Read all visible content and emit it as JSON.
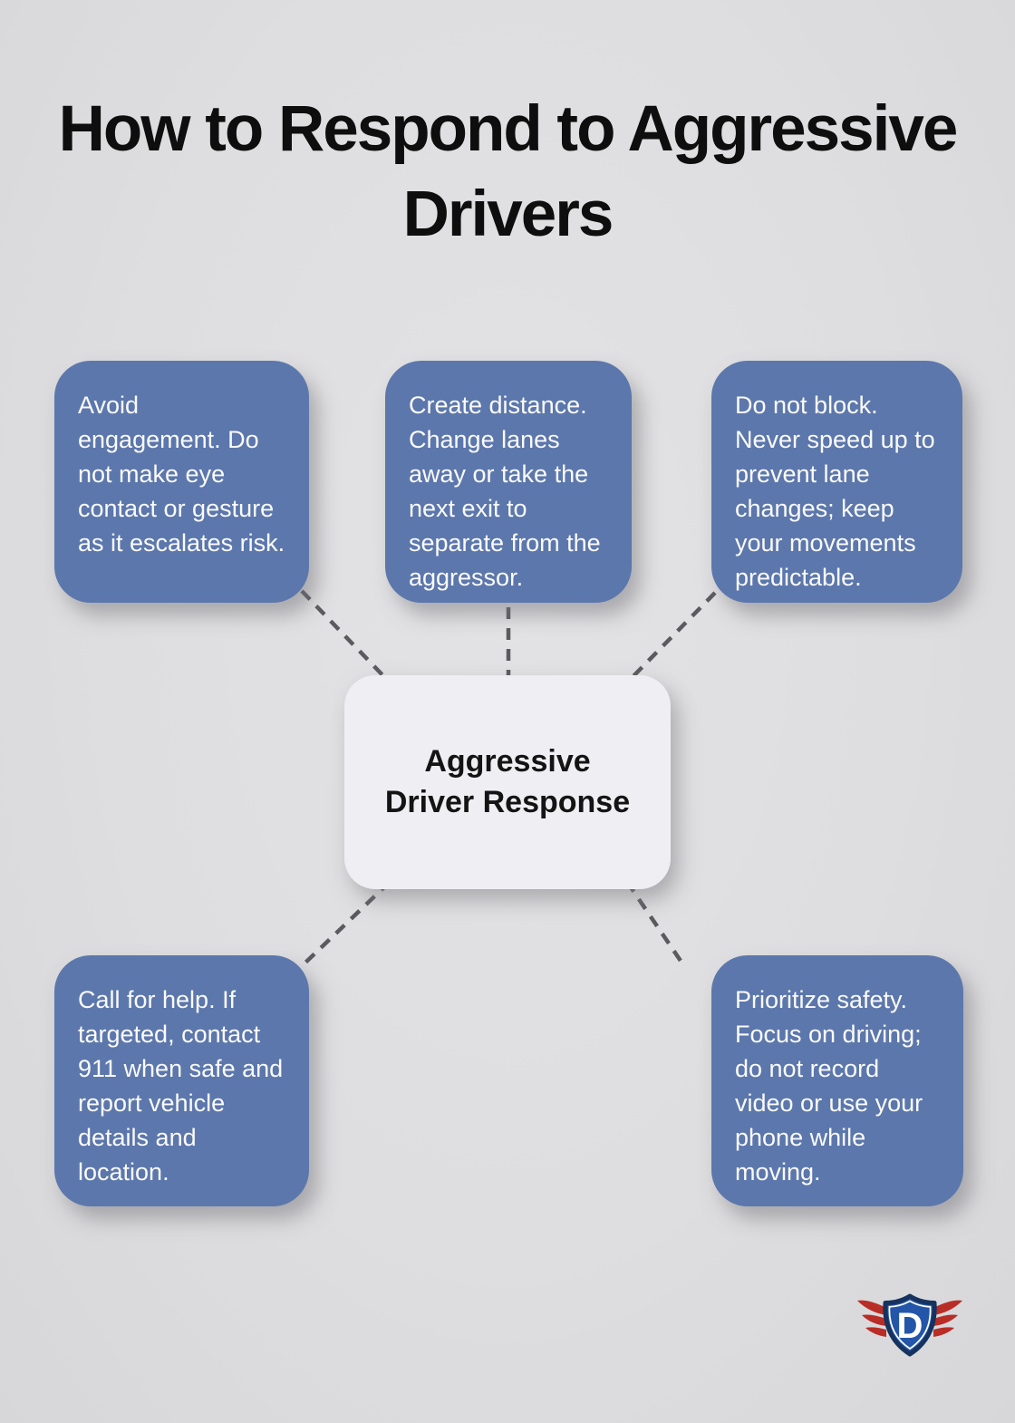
{
  "page": {
    "title": "How to Respond to Aggressive Drivers"
  },
  "center_node": {
    "line1": "Aggressive",
    "line2": "Driver Response"
  },
  "branch_nodes": [
    {
      "id": "avoid-engagement",
      "text": "Avoid engagement. Do not make eye contact or gesture as it escalates risk."
    },
    {
      "id": "create-distance",
      "text": "Create distance. Change lanes away or take the next exit to separate from the aggressor."
    },
    {
      "id": "do-not-block",
      "text": "Do not block. Never speed up to prevent lane changes; keep your movements predictable."
    },
    {
      "id": "call-for-help",
      "text": "Call for help. If targeted, contact 911 when safe and report vehicle details and location."
    },
    {
      "id": "prioritize-safety",
      "text": "Prioritize safety. Focus on driving; do not record video or use your phone while moving."
    }
  ],
  "logo": {
    "letter": "D"
  },
  "colors": {
    "background": "#dedee0",
    "title_text": "#0e0e0e",
    "node_fill": "#5c77ac",
    "node_text": "#fafafa",
    "center_fill": "#efeff3",
    "center_text": "#141414",
    "connector": "#5a5b5f",
    "logo_blue": "#2356a8",
    "logo_navy": "#16325f",
    "logo_red": "#b92d27",
    "logo_letter": "#ffffff"
  }
}
